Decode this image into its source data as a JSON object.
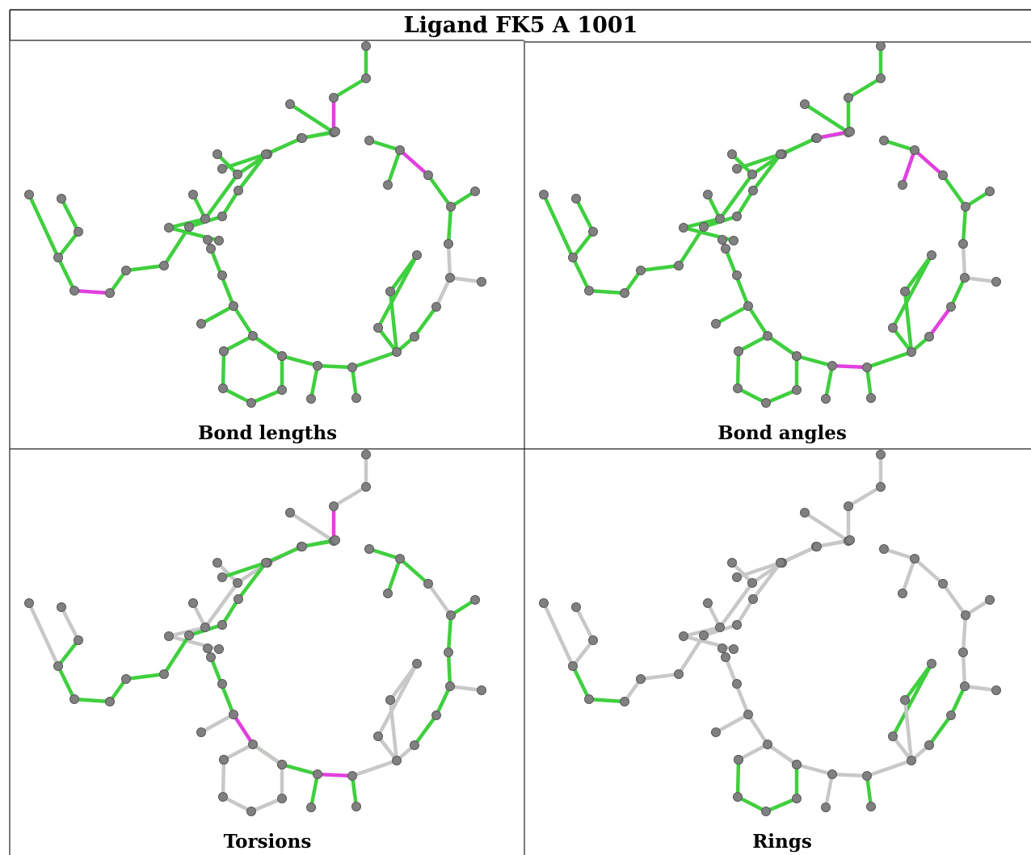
{
  "title": "Ligand FK5 A 1001",
  "colors": {
    "ok": "#3fcf3f",
    "outlier": "#e040e0",
    "neutral": "#c8c8c8",
    "atom": "#808080"
  },
  "panels": [
    {
      "caption": "Bond lengths",
      "outliers": [
        [
          2,
          3
        ],
        [
          11,
          13
        ],
        [
          13,
          14
        ],
        [
          33,
          34
        ],
        [
          46,
          47
        ]
      ],
      "neutral": [
        [
          4,
          6
        ],
        [
          27,
          28
        ],
        [
          28,
          29
        ],
        [
          28,
          30
        ],
        [
          28,
          31
        ]
      ],
      "highlight_all": true
    },
    {
      "caption": "Bond angles",
      "outliers": [
        [
          6,
          13
        ],
        [
          13,
          14
        ],
        [
          21,
          23
        ],
        [
          26,
          27
        ],
        [
          33,
          34
        ],
        [
          34,
          35
        ],
        [
          35,
          36
        ],
        [
          35,
          37
        ],
        [
          37,
          38
        ]
      ],
      "neutral": [
        [
          28,
          29
        ],
        [
          28,
          30
        ],
        [
          28,
          31
        ],
        [
          24,
          25
        ]
      ],
      "highlight_all": true
    },
    {
      "caption": "Torsions",
      "outliers": [
        [
          2,
          3
        ],
        [
          4,
          6
        ],
        [
          16,
          18
        ],
        [
          21,
          23
        ]
      ],
      "green_only": [
        [
          2,
          3
        ],
        [
          3,
          4
        ],
        [
          4,
          6
        ],
        [
          6,
          13
        ],
        [
          13,
          14
        ],
        [
          14,
          16
        ],
        [
          16,
          18
        ],
        [
          18,
          19
        ],
        [
          19,
          21
        ],
        [
          21,
          23
        ],
        [
          23,
          24
        ],
        [
          24,
          26
        ],
        [
          26,
          27
        ],
        [
          27,
          28
        ],
        [
          28,
          30
        ],
        [
          30,
          31
        ],
        [
          31,
          32
        ],
        [
          32,
          33
        ],
        [
          33,
          34
        ],
        [
          34,
          35
        ],
        [
          35,
          37
        ],
        [
          37,
          38
        ],
        [
          38,
          39
        ],
        [
          39,
          41
        ],
        [
          41,
          42
        ],
        [
          42,
          43
        ],
        [
          43,
          44
        ],
        [
          44,
          45
        ],
        [
          45,
          46
        ],
        [
          46,
          47
        ],
        [
          47,
          48
        ],
        [
          48,
          49
        ],
        [
          40,
          41
        ],
        [
          39,
          40
        ],
        [
          21,
          22
        ],
        [
          34,
          36
        ],
        [
          50,
          51
        ],
        [
          24,
          25
        ]
      ],
      "highlight_all": false
    },
    {
      "caption": "Rings",
      "outliers": [],
      "green_only": [
        [
          37,
          52
        ],
        [
          52,
          53
        ],
        [
          53,
          54
        ],
        [
          54,
          55
        ],
        [
          55,
          56
        ],
        [
          56,
          37
        ],
        [
          28,
          23
        ],
        [
          23,
          24
        ],
        [
          24,
          26
        ],
        [
          26,
          27
        ],
        [
          27,
          28
        ],
        [
          47,
          48
        ],
        [
          48,
          57
        ],
        [
          57,
          58
        ],
        [
          58,
          59
        ],
        [
          59,
          46
        ],
        [
          46,
          47
        ]
      ],
      "highlight_all": false
    }
  ]
}
